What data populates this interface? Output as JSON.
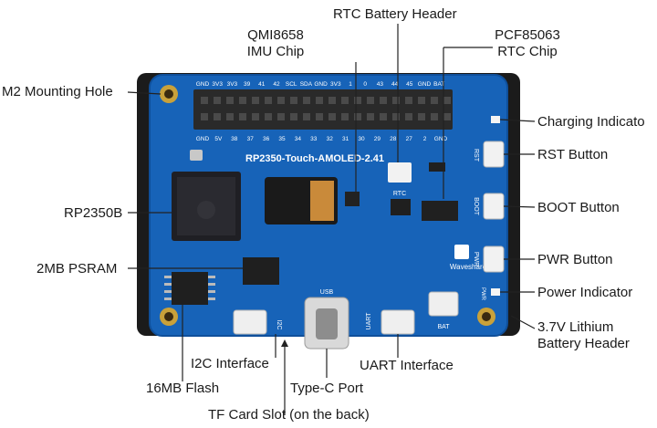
{
  "board": {
    "silkscreen_name": "RP2350-Touch-AMOLED-2.41",
    "brand": "Waveshare",
    "header_top_pins": [
      "GND",
      "3V3",
      "3V3",
      "39",
      "41",
      "42",
      "SCL",
      "SDA",
      "GND",
      "3V3",
      "1",
      "0",
      "43",
      "44",
      "45",
      "GND",
      "BAT"
    ],
    "header_bottom_pins": [
      "GND",
      "5V",
      "38",
      "37",
      "36",
      "35",
      "34",
      "33",
      "32",
      "31",
      "30",
      "29",
      "28",
      "27",
      "2",
      "GND"
    ],
    "side_silk": [
      "RST",
      "BOOT",
      "PWR",
      "PWR"
    ],
    "connector_silk": {
      "usb": "USB",
      "uart": "UART",
      "bat": "BAT",
      "i2c": "I2C",
      "rtc": "RTC"
    }
  },
  "callouts": {
    "m2_hole": "M2 Mounting Hole",
    "imu_line1": "QMI8658",
    "imu_line2": "IMU Chip",
    "rtc_header": "RTC Battery Header",
    "rtc_chip_line1": "PCF85063",
    "rtc_chip_line2": "RTC Chip",
    "charging": "Charging Indicato",
    "rst": "RST Button",
    "boot": "BOOT Button",
    "pwr": "PWR Button",
    "power_ind": "Power Indicator",
    "battery_line1": "3.7V Lithium",
    "battery_line2": "Battery Header",
    "uart": "UART Interface",
    "typec": "Type-C Port",
    "tf": "TF Card Slot (on the back)",
    "flash": "16MB Flash",
    "i2c": "I2C Interface",
    "psram": "2MB PSRAM",
    "mcu": "RP2350B"
  },
  "colors": {
    "pcb": "#1763b8",
    "pcb_dark": "#0f4f9a",
    "bezel": "#1b1b1b",
    "pin": "#2a2a2a",
    "gold": "#c9a13a",
    "text": "#1a1a1a"
  }
}
